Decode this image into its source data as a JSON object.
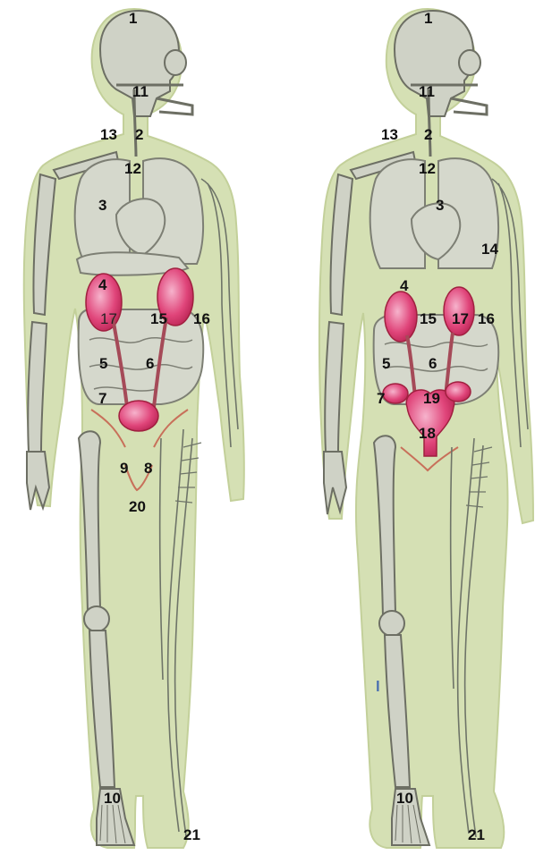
{
  "diagram": {
    "male_labels": [
      "1",
      "11",
      "13",
      "2",
      "12",
      "3",
      "4",
      "17",
      "15",
      "16",
      "5",
      "6",
      "7",
      "9",
      "8",
      "20",
      "10",
      "21"
    ],
    "female_labels": [
      "1",
      "11",
      "13",
      "2",
      "12",
      "3",
      "14",
      "4",
      "15",
      "17",
      "16",
      "5",
      "6",
      "7",
      "19",
      "18",
      "10",
      "21"
    ],
    "side_marker": "l",
    "colors": {
      "body": "#d5e0b4",
      "body_outline": "#c3d09a",
      "bone": "#cfd2c6",
      "bone_outline": "#6d6f64",
      "organ": "#d5d8cc",
      "organ_outline": "#7d7f74",
      "kidney": "#e0457a",
      "bladder": "#d92d62",
      "vessel": "#c45560",
      "nerve": "#6e7468"
    }
  }
}
